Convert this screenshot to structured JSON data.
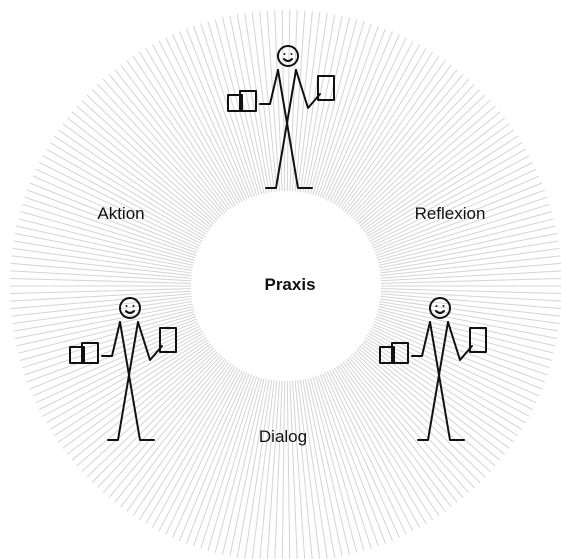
{
  "diagram": {
    "center_label": "Praxis",
    "labels": {
      "aktion": "Aktion",
      "reflexion": "Reflexion",
      "dialog": "Dialog"
    },
    "colors": {
      "rays": "#d4d4d4",
      "figure_stroke": "#111111",
      "text": "#111111",
      "background": "#ffffff"
    },
    "figures": [
      {
        "name": "figure-top",
        "icon": "stick-figure-with-papers"
      },
      {
        "name": "figure-bottom-left",
        "icon": "stick-figure-with-papers"
      },
      {
        "name": "figure-bottom-right",
        "icon": "stick-figure-with-papers"
      }
    ]
  }
}
